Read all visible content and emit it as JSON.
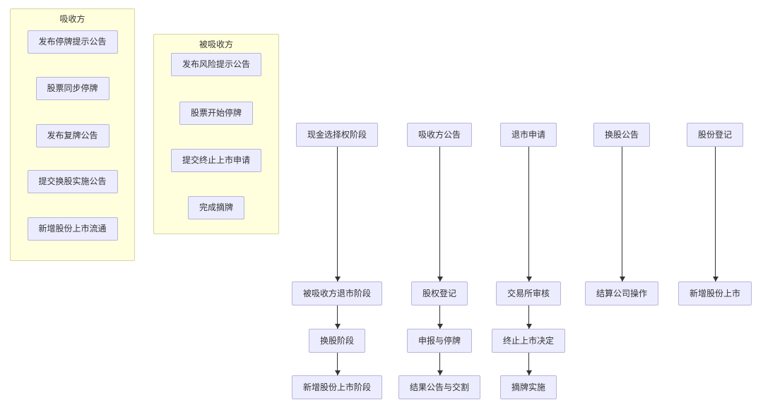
{
  "containers": [
    {
      "title": "吸收方",
      "items": [
        "发布停牌提示公告",
        "股票同步停牌",
        "发布复牌公告",
        "提交换股实施公告",
        "新增股份上市流通"
      ]
    },
    {
      "title": "被吸收方",
      "items": [
        "发布风险提示公告",
        "股票开始停牌",
        "提交终止上市申请",
        "完成摘牌"
      ]
    }
  ],
  "flows": [
    {
      "steps": [
        "现金选择权阶段",
        "被吸收方退市阶段",
        "换股阶段",
        "新增股份上市阶段"
      ]
    },
    {
      "steps": [
        "吸收方公告",
        "股权登记",
        "申报与停牌",
        "结果公告与交割"
      ]
    },
    {
      "steps": [
        "退市申请",
        "交易所审核",
        "终止上市决定",
        "摘牌实施"
      ]
    },
    {
      "steps": [
        "换股公告",
        "结算公司操作"
      ]
    },
    {
      "steps": [
        "股份登记",
        "新增股份上市"
      ]
    }
  ],
  "colors": {
    "node_fill": "#ECECFF",
    "node_border": "#B7B7D9",
    "container_fill": "#FFFFDE",
    "container_border": "#D6D69E",
    "arrow": "#333333",
    "text": "#333333"
  }
}
